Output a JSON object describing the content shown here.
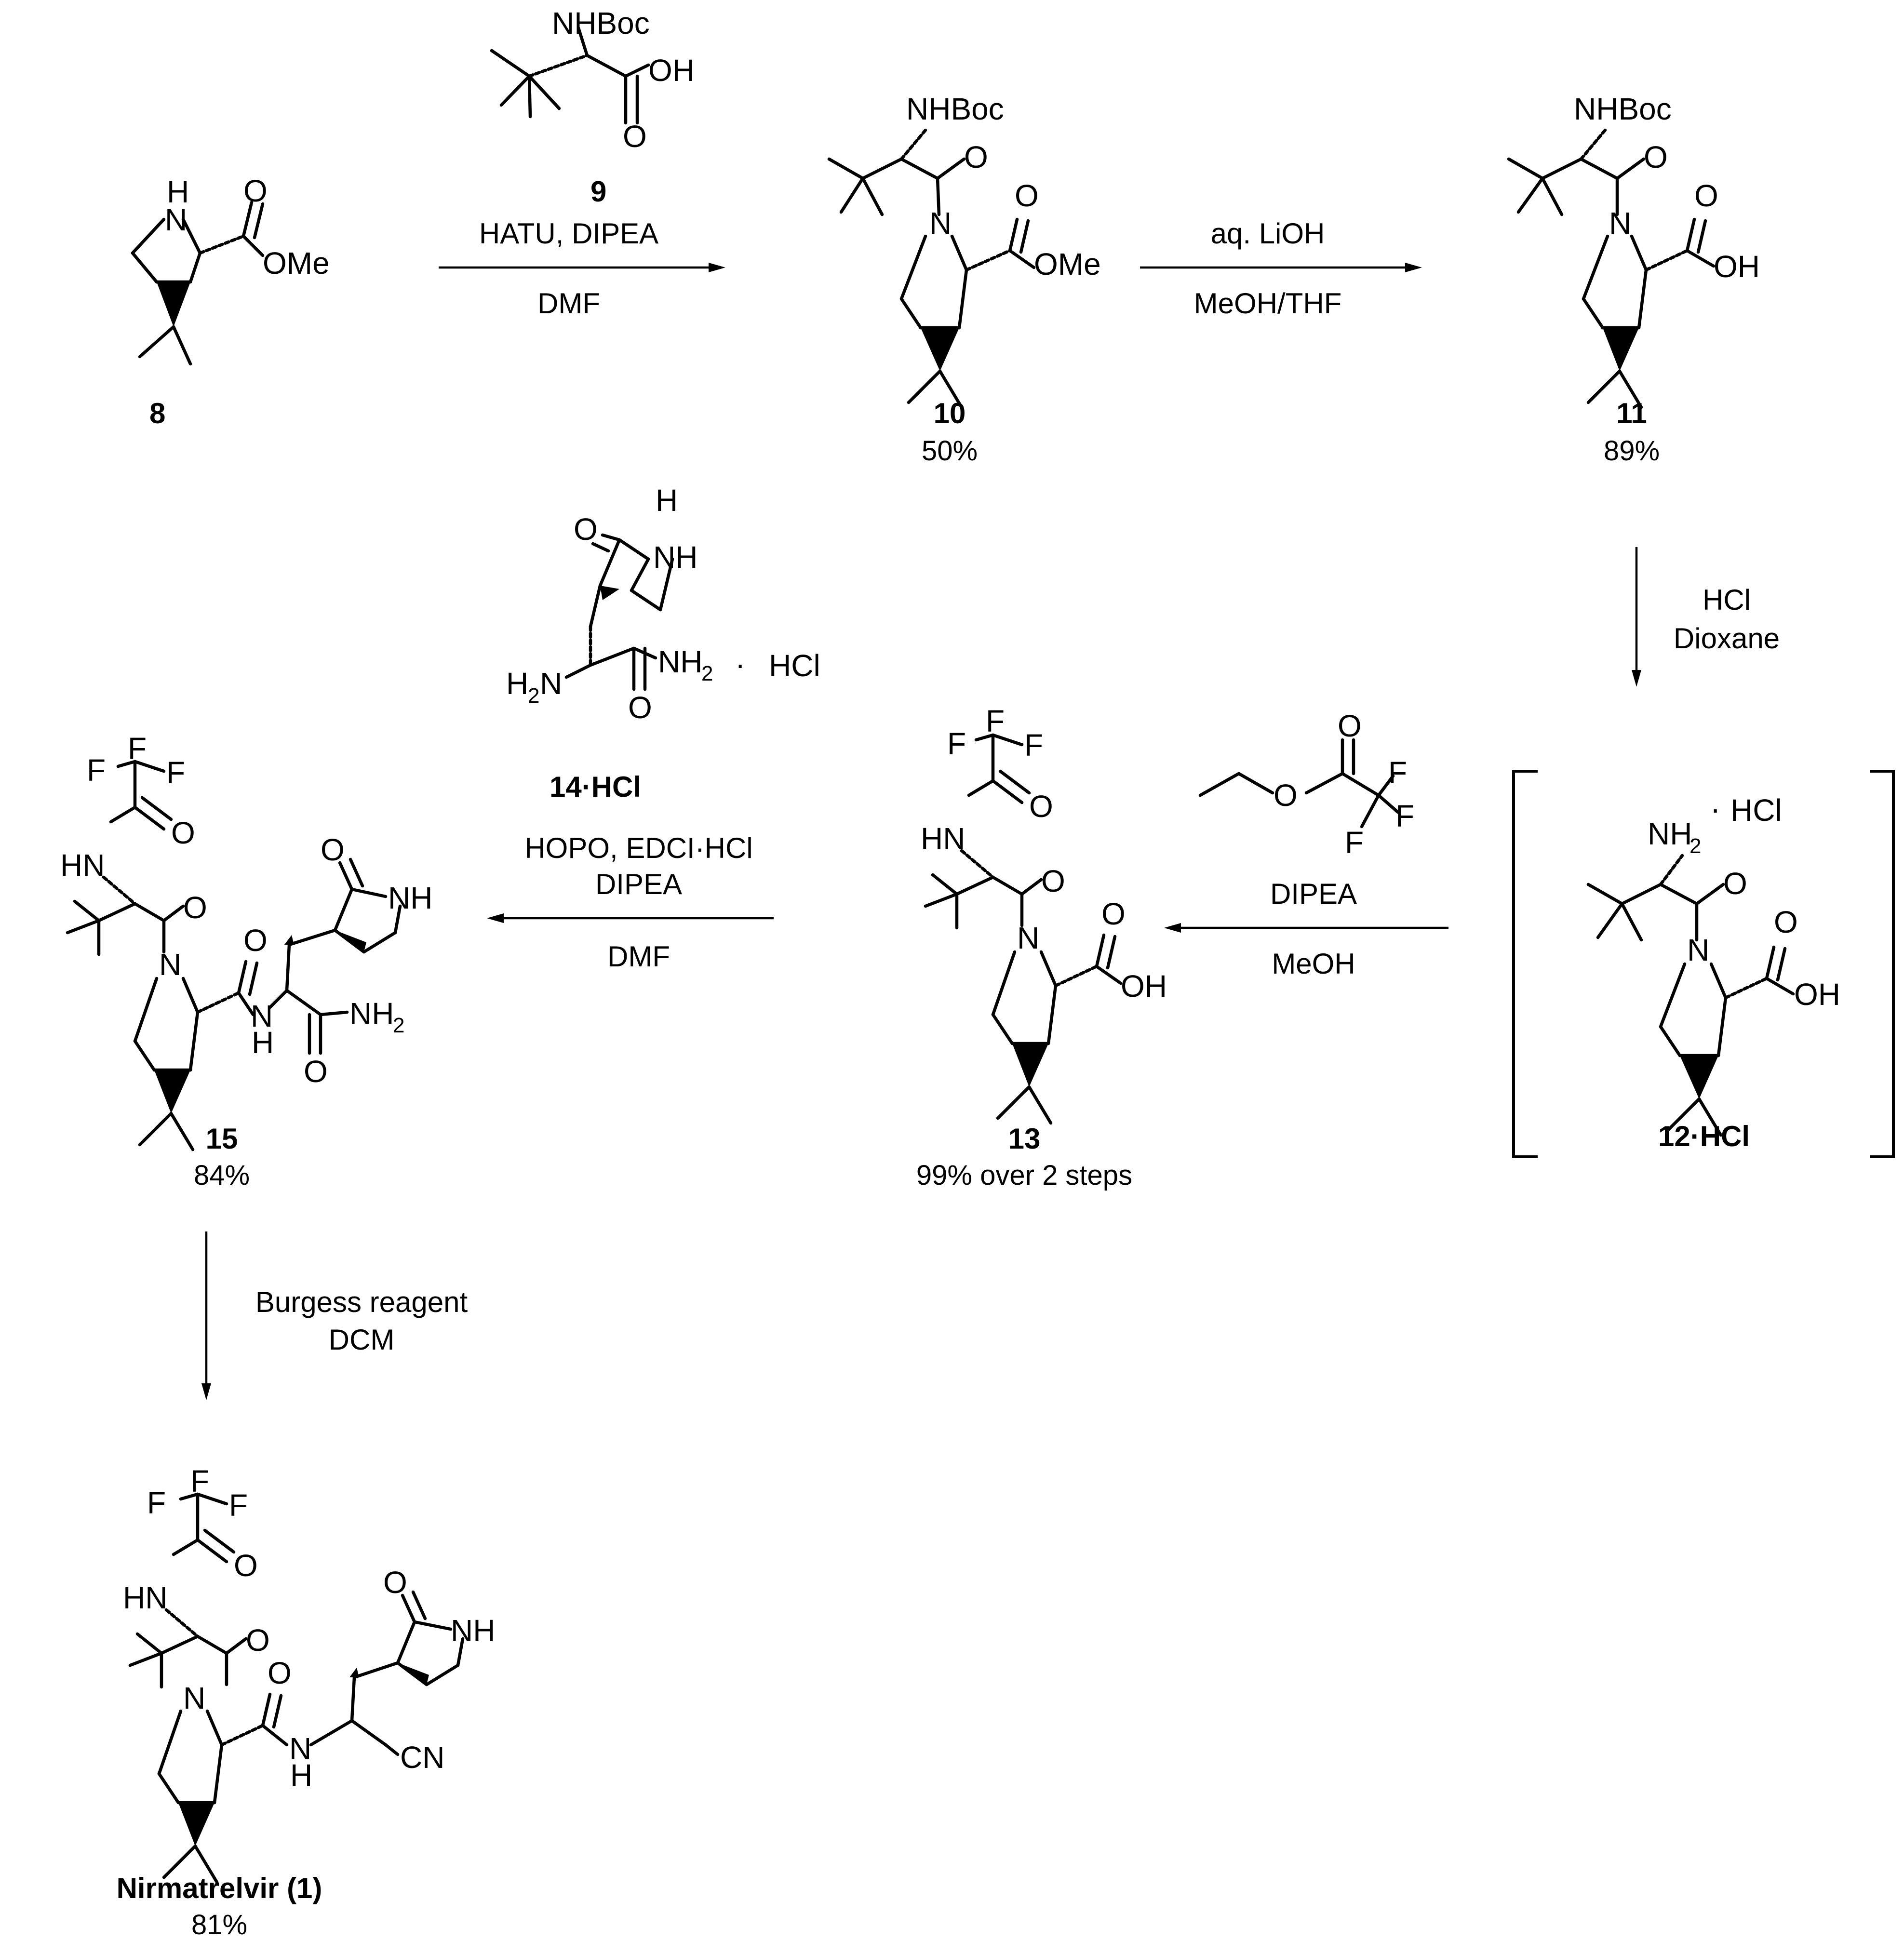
{
  "compounds": {
    "c8": {
      "label": "8"
    },
    "c9": {
      "label": "9"
    },
    "c10": {
      "label": "10",
      "yield": "50%"
    },
    "c11": {
      "label": "11",
      "yield": "89%"
    },
    "c12": {
      "label": "12·HCl"
    },
    "c13": {
      "label": "13",
      "yield": "99% over 2 steps"
    },
    "c14": {
      "label": "14·HCl"
    },
    "c15": {
      "label": "15",
      "yield": "84%"
    },
    "c1": {
      "label": "Nirmatrelvir (1)",
      "yield": "81%"
    }
  },
  "steps": {
    "s1": {
      "above": "HATU, DIPEA",
      "below": "DMF"
    },
    "s2": {
      "above": "aq. LiOH",
      "below": "MeOH/THF"
    },
    "s3": {
      "line1": "HCl",
      "line2": "Dioxane"
    },
    "s4": {
      "above": "DIPEA",
      "below": "MeOH"
    },
    "s5": {
      "line1": "HOPO, EDCI·HCl",
      "line2": "DIPEA",
      "below": "DMF"
    },
    "s6": {
      "line1": "Burgess reagent",
      "line2": "DCM"
    }
  },
  "atoms": {
    "nh": "N",
    "h": "H",
    "o": "O",
    "n": "N",
    "ome": "OMe",
    "oh": "OH",
    "nhboc": "NHBoc",
    "f": "F",
    "hn": "HN",
    "nh_ring": "NH",
    "nh_amide": "N",
    "nh2": "NH",
    "h2n": "H",
    "two": "2",
    "cn": "CN",
    "hcl": "HCl",
    "dot": "·"
  }
}
